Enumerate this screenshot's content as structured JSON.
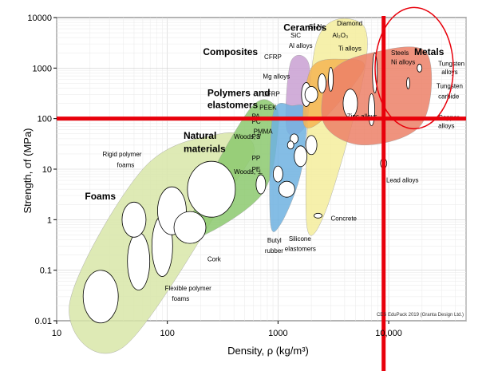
{
  "chart_data": {
    "type": "scatter",
    "title": "",
    "xlabel": "Density, ρ  (kg/m³)",
    "ylabel": "Strength, σf  (MPa)",
    "xscale": "log",
    "yscale": "log",
    "xlim": [
      10,
      50000
    ],
    "ylim": [
      0.01,
      10000
    ],
    "x_ticks": [
      {
        "v": 10,
        "label": "10"
      },
      {
        "v": 100,
        "label": "100"
      },
      {
        "v": 1000,
        "label": "1000"
      },
      {
        "v": 10000,
        "label": "10,000"
      }
    ],
    "y_ticks": [
      {
        "v": 0.01,
        "label": "0.01"
      },
      {
        "v": 0.1,
        "label": "0.1"
      },
      {
        "v": 1,
        "label": "1"
      },
      {
        "v": 10,
        "label": "10"
      },
      {
        "v": 100,
        "label": "100"
      },
      {
        "v": 1000,
        "label": "1000"
      },
      {
        "v": 10000,
        "label": "10000"
      }
    ],
    "grid": true,
    "reference_lines": [
      {
        "orientation": "vertical",
        "value": 9000,
        "color": "#e8000b"
      },
      {
        "orientation": "horizontal",
        "value": 100,
        "color": "#e8000b"
      }
    ],
    "highlight_circle": {
      "x": 17000,
      "y": 1000,
      "color": "#e8000b"
    },
    "families": [
      {
        "name": "Foams",
        "color": "#d8e6a8",
        "points": [
          [
            13,
            0.02
          ],
          [
            40,
            0.003
          ],
          [
            400,
            5
          ],
          [
            600,
            30
          ],
          [
            300,
            50
          ],
          [
            60,
            10
          ]
        ]
      },
      {
        "name": "Natural materials",
        "color": "#8cc96e",
        "points": [
          [
            160,
            0.4
          ],
          [
            700,
            3
          ],
          [
            1000,
            60
          ],
          [
            900,
            200
          ],
          [
            550,
            150
          ],
          [
            200,
            3
          ]
        ]
      },
      {
        "name": "Composites",
        "color": "#c9a0d2",
        "points": [
          [
            1200,
            60
          ],
          [
            1800,
            80
          ],
          [
            1900,
            1200
          ],
          [
            1300,
            1300
          ]
        ]
      },
      {
        "name": "Polymers and elastomers",
        "color": "#6fb1e0",
        "points": [
          [
            850,
            1
          ],
          [
            1050,
            0.8
          ],
          [
            1600,
            8
          ],
          [
            1800,
            130
          ],
          [
            1350,
            180
          ],
          [
            900,
            120
          ]
        ]
      },
      {
        "name": "Ceramics",
        "color": "#f5ed9c",
        "points": [
          [
            1800,
            1
          ],
          [
            2700,
            1.5
          ],
          [
            6000,
            800
          ],
          [
            5500,
            8000
          ],
          [
            2200,
            3000
          ]
        ]
      },
      {
        "name": "Ceramics-orange",
        "color": "#f4b552",
        "points": [
          [
            1700,
            80
          ],
          [
            2600,
            100
          ],
          [
            6000,
            1000
          ],
          [
            3800,
            1500
          ],
          [
            2000,
            1000
          ]
        ]
      },
      {
        "name": "Metals",
        "color": "#ec8067",
        "points": [
          [
            2600,
            80
          ],
          [
            6000,
            30
          ],
          [
            20000,
            80
          ],
          [
            22000,
            2000
          ],
          [
            7000,
            2000
          ],
          [
            3000,
            800
          ]
        ]
      }
    ],
    "bubbles": [
      {
        "x": 25,
        "y": 0.03,
        "rx": 22,
        "ry": 33
      },
      {
        "x": 55,
        "y": 0.15,
        "rx": 14,
        "ry": 36
      },
      {
        "x": 50,
        "y": 1.0,
        "rx": 15,
        "ry": 22
      },
      {
        "x": 90,
        "y": 0.3,
        "rx": 13,
        "ry": 38
      },
      {
        "x": 110,
        "y": 1.5,
        "rx": 18,
        "ry": 30
      },
      {
        "x": 160,
        "y": 0.7,
        "rx": 20,
        "ry": 20
      },
      {
        "x": 250,
        "y": 4,
        "rx": 30,
        "ry": 35
      },
      {
        "x": 700,
        "y": 5,
        "rx": 6,
        "ry": 12
      },
      {
        "x": 1000,
        "y": 8,
        "rx": 6,
        "ry": 10
      },
      {
        "x": 1200,
        "y": 4,
        "rx": 10,
        "ry": 10
      },
      {
        "x": 1600,
        "y": 18,
        "rx": 8,
        "ry": 13
      },
      {
        "x": 1800,
        "y": 300,
        "rx": 6,
        "ry": 15
      },
      {
        "x": 2000,
        "y": 300,
        "rx": 8,
        "ry": 10
      },
      {
        "x": 2500,
        "y": 500,
        "rx": 5,
        "ry": 12
      },
      {
        "x": 3000,
        "y": 600,
        "rx": 3,
        "ry": 15
      },
      {
        "x": 2000,
        "y": 30,
        "rx": 7,
        "ry": 12
      },
      {
        "x": 4500,
        "y": 200,
        "rx": 9,
        "ry": 18
      },
      {
        "x": 7000,
        "y": 150,
        "rx": 4,
        "ry": 20
      },
      {
        "x": 7500,
        "y": 800,
        "rx": 3,
        "ry": 25
      },
      {
        "x": 19000,
        "y": 1000,
        "rx": 3,
        "ry": 5
      },
      {
        "x": 15000,
        "y": 500,
        "rx": 2,
        "ry": 7
      },
      {
        "x": 9000,
        "y": 13,
        "rx": 4,
        "ry": 6
      },
      {
        "x": 1400,
        "y": 40,
        "rx": 5,
        "ry": 6
      },
      {
        "x": 1300,
        "y": 30,
        "rx": 4,
        "ry": 5
      },
      {
        "x": 2300,
        "y": 1.2,
        "rx": 5,
        "ry": 3
      }
    ],
    "group_labels": [
      {
        "text": "Foams",
        "x": 18,
        "y": 2.5
      },
      {
        "text": "Natural",
        "x": 140,
        "y": 40
      },
      {
        "text": "materials",
        "x": 140,
        "y": 22
      },
      {
        "text": "Polymers and",
        "x": 230,
        "y": 280
      },
      {
        "text": "elastomers",
        "x": 230,
        "y": 160
      },
      {
        "text": "Composites",
        "x": 210,
        "y": 1800
      },
      {
        "text": "Ceramics",
        "x": 1120,
        "y": 5500
      },
      {
        "text": "Metals",
        "x": 17000,
        "y": 1800
      }
    ],
    "labels": [
      {
        "text": "Rigid polymer",
        "x": 26,
        "y": 18
      },
      {
        "text": "foams",
        "x": 35,
        "y": 11
      },
      {
        "text": "Flexible polymer",
        "x": 95,
        "y": 0.04
      },
      {
        "text": "foams",
        "x": 110,
        "y": 0.025
      },
      {
        "text": "Cork",
        "x": 230,
        "y": 0.15
      },
      {
        "text": "Woods, //",
        "x": 400,
        "y": 40
      },
      {
        "text": "Woods, ⊥",
        "x": 400,
        "y": 8
      },
      {
        "text": "PMMA",
        "x": 600,
        "y": 50
      },
      {
        "text": "PC",
        "x": 580,
        "y": 80
      },
      {
        "text": "PA",
        "x": 580,
        "y": 100
      },
      {
        "text": "PEEK",
        "x": 680,
        "y": 150
      },
      {
        "text": "GFRP",
        "x": 720,
        "y": 280
      },
      {
        "text": "Mg alloys",
        "x": 730,
        "y": 620
      },
      {
        "text": "CFRP",
        "x": 750,
        "y": 1500
      },
      {
        "text": "Al alloys",
        "x": 1250,
        "y": 2500
      },
      {
        "text": "SiC",
        "x": 1300,
        "y": 4000
      },
      {
        "text": "Si₃N₄",
        "x": 1900,
        "y": 6000
      },
      {
        "text": "Diamond",
        "x": 3400,
        "y": 7000
      },
      {
        "text": "Al₂O₃",
        "x": 3100,
        "y": 4000
      },
      {
        "text": "Ti alloys",
        "x": 3500,
        "y": 2200
      },
      {
        "text": "PS",
        "x": 580,
        "y": 40
      },
      {
        "text": "PP",
        "x": 580,
        "y": 15
      },
      {
        "text": "PE",
        "x": 580,
        "y": 9
      },
      {
        "text": "Butyl",
        "x": 800,
        "y": 0.35
      },
      {
        "text": "rubber",
        "x": 760,
        "y": 0.22
      },
      {
        "text": "Silicone",
        "x": 1250,
        "y": 0.38
      },
      {
        "text": "elastomers",
        "x": 1150,
        "y": 0.24
      },
      {
        "text": "Concrete",
        "x": 3000,
        "y": 0.95
      },
      {
        "text": "Zinc alloys",
        "x": 4200,
        "y": 100
      },
      {
        "text": "Lead alloys",
        "x": 9500,
        "y": 5.5
      },
      {
        "text": "Steels",
        "x": 10500,
        "y": 1800
      },
      {
        "text": "Ni alloys",
        "x": 10500,
        "y": 1200
      },
      {
        "text": "Tungsten",
        "x": 28000,
        "y": 1100
      },
      {
        "text": "alloys",
        "x": 30000,
        "y": 750
      },
      {
        "text": "Tungsten",
        "x": 27000,
        "y": 400
      },
      {
        "text": "carbide",
        "x": 28000,
        "y": 250
      },
      {
        "text": "Copper",
        "x": 28000,
        "y": 95
      },
      {
        "text": "alloys",
        "x": 28000,
        "y": 65
      }
    ],
    "credit": "CES EduPack 2019 (Granta Design Ltd.)"
  }
}
